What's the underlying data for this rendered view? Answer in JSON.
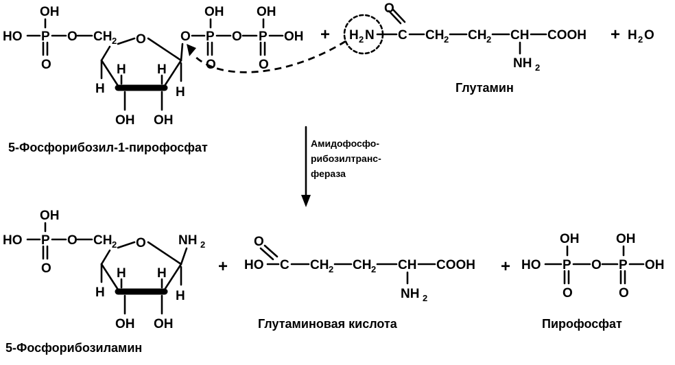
{
  "atoms": {
    "oh": "OH",
    "ho": "HO",
    "o": "O",
    "p": "P",
    "h": "H",
    "n": "N",
    "ch": "CH",
    "ch2": "CH",
    "c": "C",
    "cooh": "COOH",
    "nh": "NH",
    "h2o_h": "H",
    "h2o_o": "O",
    "two": "2"
  },
  "plus": "+",
  "labels": {
    "prpp": "5-Фосфорибозил-1-пирофосфат",
    "glutamine": "Глутамин",
    "enzyme_line1": "Амидофосфо-",
    "enzyme_line2": "рибозилтранс-",
    "enzyme_line3": "фераза",
    "pra": "5-Фосфорибозиламин",
    "glutamic_acid": "Глутаминовая кислота",
    "pyrophosphate": "Пирофосфат"
  }
}
